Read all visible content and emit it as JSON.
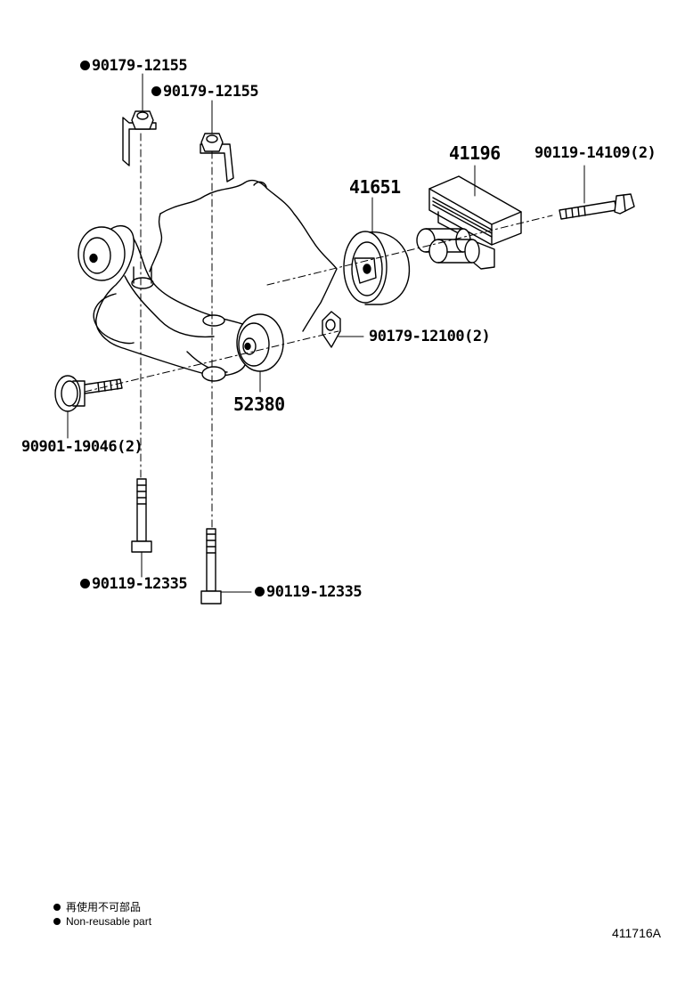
{
  "parts": {
    "bolt_top_left": "90179-12155",
    "bolt_top_right": "90179-12155",
    "cushion_rear_41196": "41196",
    "bolt_rear_long": "90119-14109(2)",
    "cushion_41651": "41651",
    "nut_right": "90179-12100(2)",
    "cushion_52380": "52380",
    "bolt_front": "90901-19046(2)",
    "bolt_bottom_left": "90119-12335",
    "bolt_bottom_right": "90119-12335"
  },
  "legend": {
    "japanese": "再使用不可部品",
    "english": "Non-reusable part"
  },
  "figure_id": "411716A"
}
